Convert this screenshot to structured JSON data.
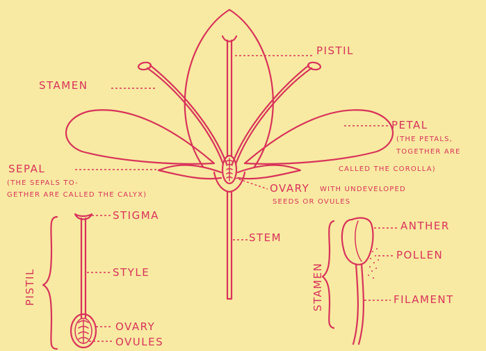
{
  "labels": {
    "pistil": "PISTIL",
    "stamen": "STAMEN",
    "petal": "PETAL",
    "petal_note_1": "(THE PETALS,",
    "petal_note_2": "TOGETHER ARE",
    "petal_note_3": "CALLED THE COROLLA)",
    "sepal": "SEPAL",
    "sepal_note_1": "(THE SEPALS TO-",
    "sepal_note_2": "GETHER ARE CALLED THE CALYX)",
    "ovary_main": "OVARY",
    "ovary_main_rest": "WITH   UNDEVELOPED",
    "ovary_main_2": "SEEDS  OR  OVULES",
    "stem": "STEM",
    "stigma": "STIGMA",
    "style": "STYLE",
    "ovary": "OVARY",
    "ovules": "OVULES",
    "pistil_side": "PISTIL",
    "anther": "ANTHER",
    "pollen": "POLLEN",
    "filament": "FILAMENT",
    "stamen_side": "STAMEN"
  },
  "colors": {
    "background": "#f8eaa2",
    "ink": "#d8325a"
  }
}
